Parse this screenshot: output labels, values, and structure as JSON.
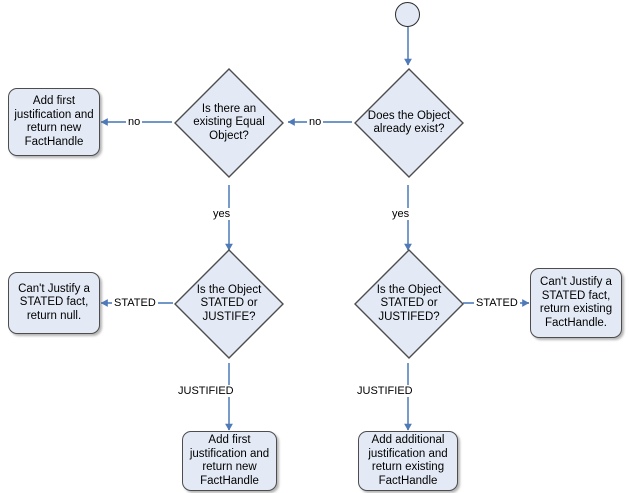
{
  "diagram": {
    "title": "Fact assertion / justification flowchart",
    "colors": {
      "node_fill": "#e3eaf5",
      "node_stroke": "#4d4d4d",
      "connector": "#7196c8",
      "text": "#000000",
      "background": "#ffffff"
    },
    "start": {
      "name": "start-terminator",
      "shape": "circle",
      "label": ""
    },
    "decisions": [
      {
        "id": "does-object-exist",
        "shape": "diamond",
        "label": "Does the Object\nalready exist?"
      },
      {
        "id": "existing-equal-object",
        "shape": "diamond",
        "label": "Is there an\nexisting Equal\nObject?"
      },
      {
        "id": "object-stated-or-justife-left",
        "shape": "diamond",
        "label": "Is the Object\nSTATED or\nJUSTIFE?"
      },
      {
        "id": "object-stated-or-justifed-right",
        "shape": "diamond",
        "label": "Is the Object\nSTATED or\nJUSTIFED?"
      }
    ],
    "processes": [
      {
        "id": "add-first-justification-new-facthandle-top",
        "shape": "rounded-rectangle",
        "label": "Add first\njustification and\nreturn new\nFactHandle"
      },
      {
        "id": "cant-justify-return-null",
        "shape": "rounded-rectangle",
        "label": "Can't Justify a\nSTATED fact,\nreturn null."
      },
      {
        "id": "cant-justify-return-existing-facthandle",
        "shape": "rounded-rectangle",
        "label": "Can't Justify a\nSTATED fact,\nreturn existing\nFactHandle."
      },
      {
        "id": "add-first-justification-new-facthandle-bottom",
        "shape": "rounded-rectangle",
        "label": "Add first\njustification and\nreturn new\nFactHandle"
      },
      {
        "id": "add-additional-justification-existing-facthandle",
        "shape": "rounded-rectangle",
        "label": "Add additional\njustification and\nreturn existing\nFactHandle"
      }
    ],
    "edge_labels": {
      "no_exists_to_equal": "no",
      "no_equal_to_addfirst": "no",
      "yes_exists_down": "yes",
      "yes_equal_down": "yes",
      "stated_left": "STATED",
      "stated_right": "STATED",
      "justified_left": "JUSTIFIED",
      "justified_right": "JUSTIFIED"
    }
  }
}
